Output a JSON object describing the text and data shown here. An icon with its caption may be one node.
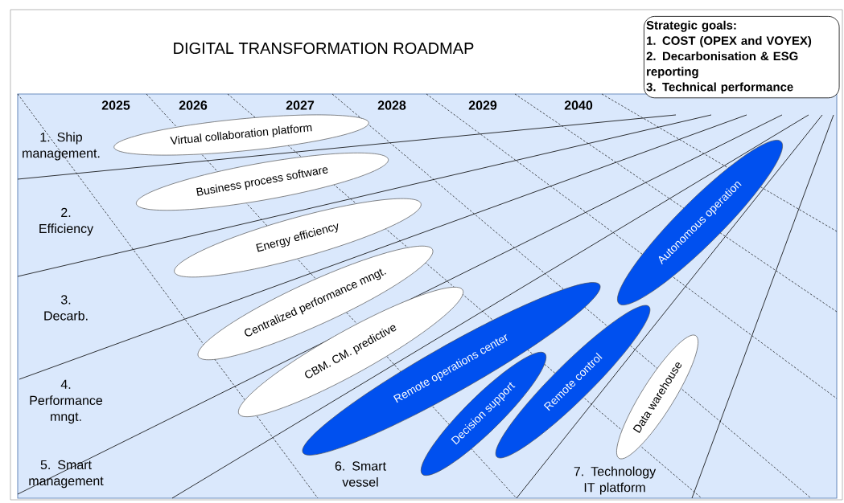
{
  "diagram": {
    "title": "DIGITAL TRANSFORMATION ROADMAP",
    "nodes": [
      {
        "text": [
          "Strategic goals:",
          "1. COST (OPEX and VOYEX)",
          "2. Decarbonisation & ESG reporting",
          "3. Technical performance"
        ]
      },
      {
        "text": [
          "Virtual collaboration platform"
        ]
      },
      {
        "text": [
          "Business process software"
        ]
      },
      {
        "text": [
          "Energy efficiency"
        ]
      },
      {
        "text": [
          "Centralized performance mngt."
        ]
      },
      {
        "text": [
          "CBM. CM. predictive"
        ]
      },
      {
        "text": [
          "Remote operations center"
        ]
      },
      {
        "text": [
          "Decision support"
        ]
      },
      {
        "text": [
          "Remote control"
        ]
      },
      {
        "text": [
          "Autonomous operation"
        ]
      },
      {
        "text": [
          "Data warehouse"
        ]
      }
    ],
    "labels": [
      "2025",
      "2026",
      "2027",
      "2028",
      "2029",
      "2040",
      "1. Ship management.",
      "2. Efficiency",
      "3. Decarb.",
      "4. Performance mngt.",
      "5. Smart management",
      "6. Smart vessel",
      "7. Technology IT platform"
    ]
  }
}
